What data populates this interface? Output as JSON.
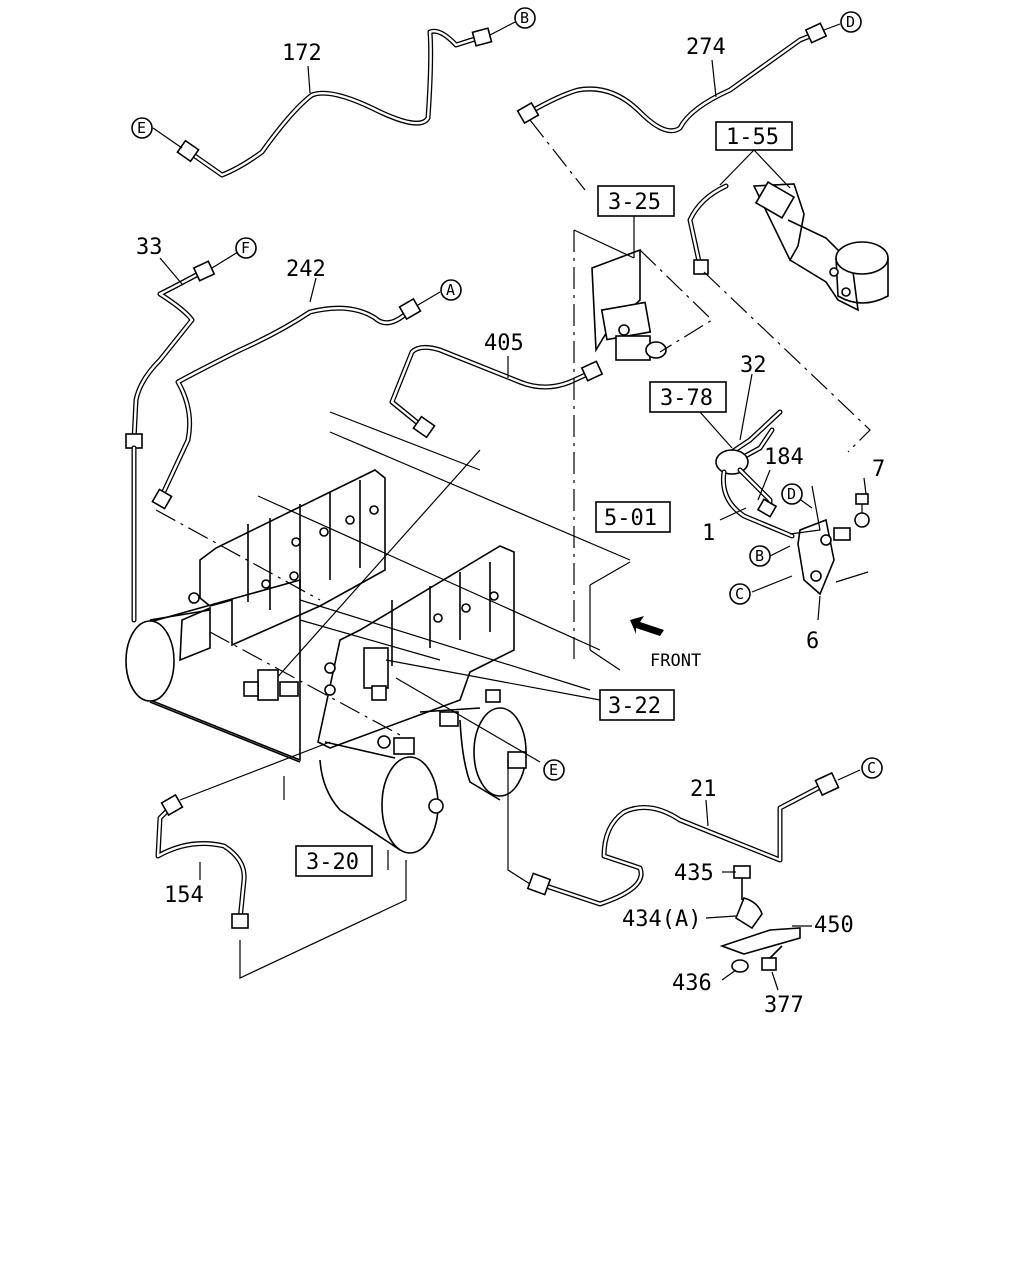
{
  "labels": {
    "p172": "172",
    "p274": "274",
    "p33": "33",
    "p242": "242",
    "p405": "405",
    "p32": "32",
    "p184": "184",
    "p7": "7",
    "p1": "1",
    "p6": "6",
    "p21": "21",
    "p435": "435",
    "p434": "434(A)",
    "p450": "450",
    "p436": "436",
    "p377": "377",
    "p154": "154"
  },
  "refs": {
    "r155": "1-55",
    "r325": "3-25",
    "r378": "3-78",
    "r501": "5-01",
    "r322": "3-22",
    "r320": "3-20"
  },
  "connectors": {
    "A": "A",
    "B": "B",
    "C": "C",
    "D": "D",
    "E": "E",
    "F": "F"
  },
  "front_label": "FRONT"
}
